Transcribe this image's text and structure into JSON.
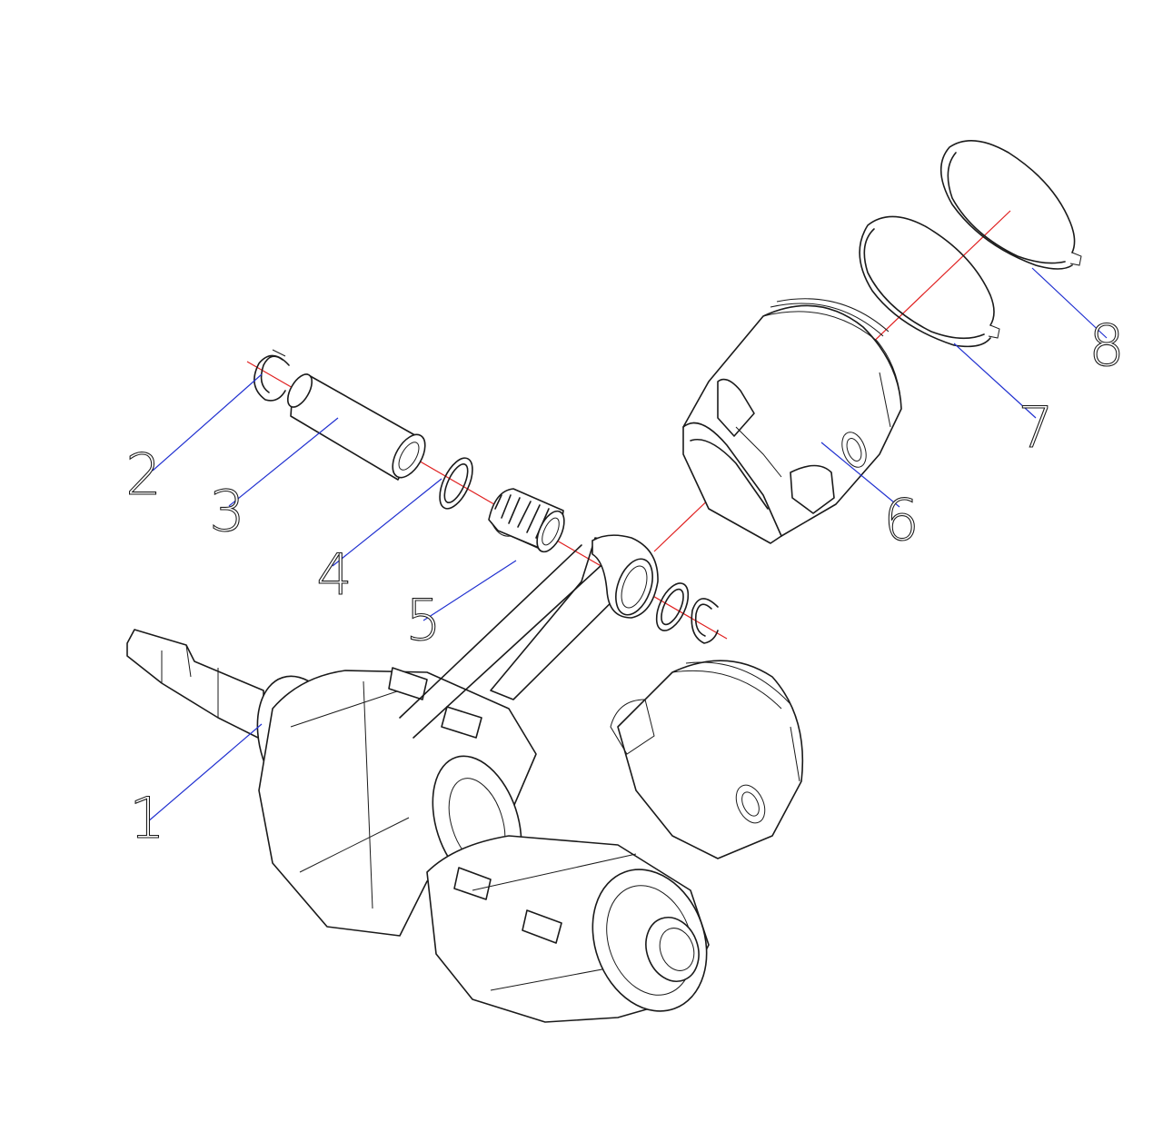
{
  "diagram": {
    "type": "exploded-parts-view",
    "colors": {
      "linework": "#1a1a1a",
      "axis_lines": "#e02020",
      "leader_lines": "#2030d0",
      "background": "#ffffff"
    },
    "callouts": [
      "1",
      "2",
      "3",
      "4",
      "5",
      "6",
      "7",
      "8"
    ]
  }
}
